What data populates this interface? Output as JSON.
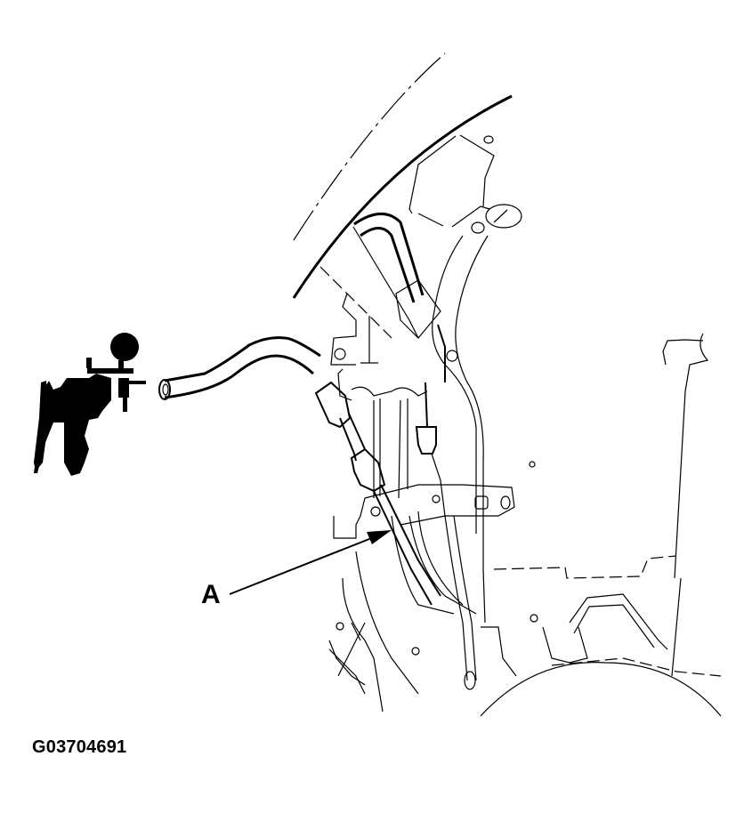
{
  "diagram": {
    "type": "automotive service line drawing",
    "callouts": [
      {
        "id": "A",
        "label": "A",
        "description": "hose / line indicated by arrow"
      }
    ],
    "figure_id": "G03704691",
    "components": [
      {
        "name": "vacuum-pump-tool",
        "description": "hand-held vacuum pump with gauge (solid black silhouette)"
      },
      {
        "name": "vacuum-hose",
        "description": "hose connecting pump to line A"
      },
      {
        "name": "line-a",
        "description": "metal/rubber line with fittings routed down engine compartment"
      },
      {
        "name": "engine-compartment",
        "description": "brackets, clamps, tubes and body panels"
      }
    ],
    "colors": {
      "ink": "#000000",
      "background": "#ffffff"
    }
  }
}
